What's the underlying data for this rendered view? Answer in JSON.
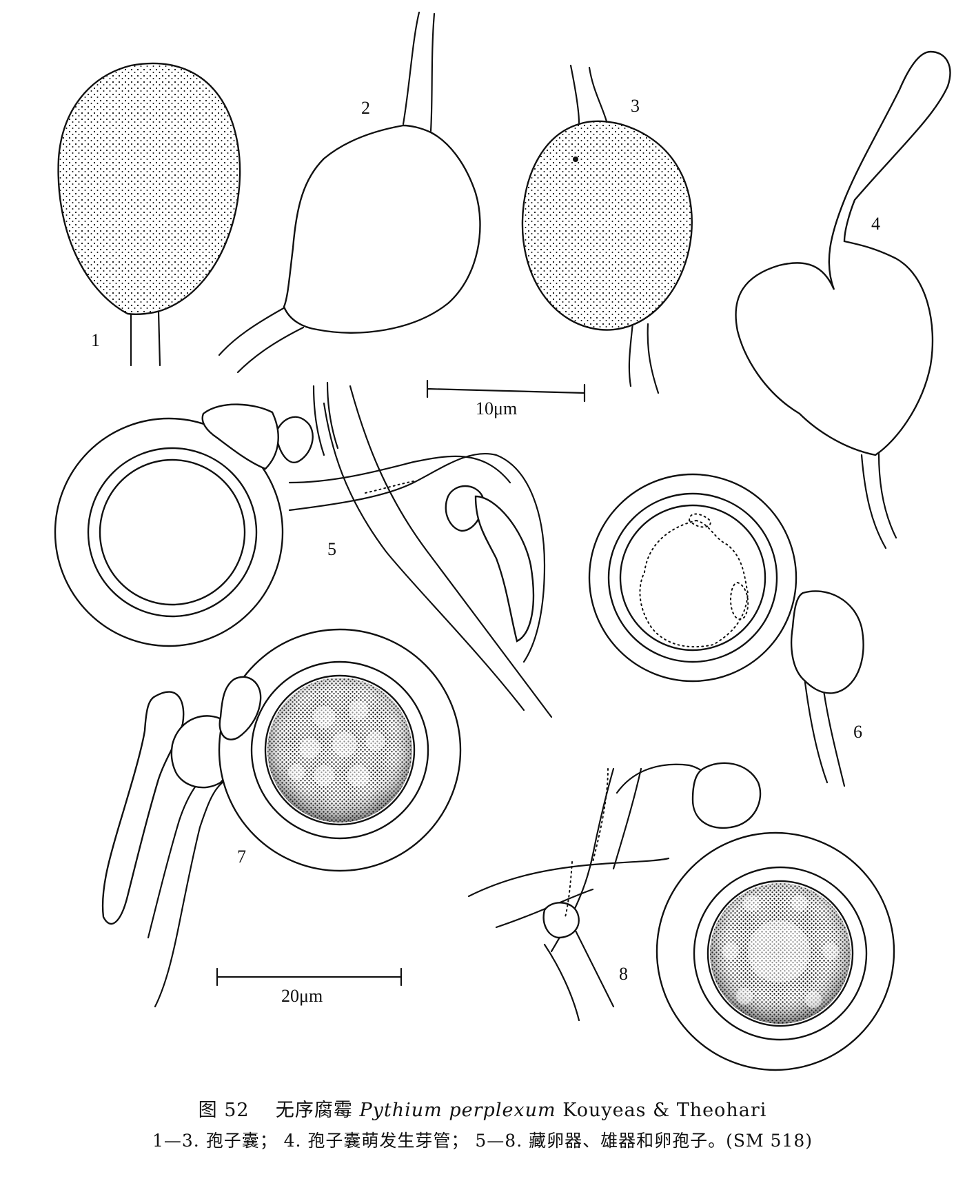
{
  "figure": {
    "panel_labels": [
      "1",
      "2",
      "3",
      "4",
      "5",
      "6",
      "7",
      "8"
    ],
    "scale_bars": [
      {
        "label": "10μm"
      },
      {
        "label": "20μm"
      }
    ]
  },
  "caption": {
    "fig_number": "图 52",
    "chinese_name": "无序腐霉",
    "latin_name": "Pythium perplexum",
    "authority": "Kouyeas & Theohari",
    "legend": "1—3. 孢子囊； 4. 孢子囊萌发生芽管； 5—8. 藏卵器、雄器和卵孢子。(SM 518)"
  }
}
